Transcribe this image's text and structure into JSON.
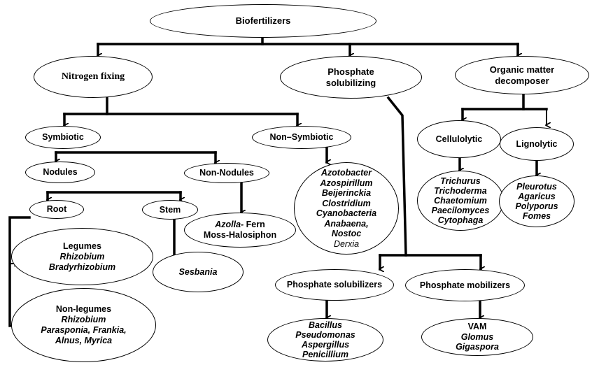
{
  "root": "Biofertilizers",
  "nitrogen_fixing": "Nitrogen fixing",
  "phosphate_solubilizing": [
    "Phosphate",
    "solubilizing"
  ],
  "organic_matter": [
    "Organic matter",
    "decomposer"
  ],
  "symbiotic": "Symbiotic",
  "non_symbiotic": "Non–Symbiotic",
  "nodules": "Nodules",
  "non_nodules": "Non-Nodules",
  "root_node": "Root",
  "stem": "Stem",
  "azolla": {
    "genus": "Azolla-",
    "rest": " Fern",
    "line2": "Moss-Halosiphon"
  },
  "legumes": {
    "title": "Legumes",
    "items": [
      "Rhizobium",
      "Bradyrhizobium"
    ]
  },
  "non_legumes": {
    "title": "Non-legumes",
    "items": [
      "Rhizobium",
      "Parasponia, Frankia,",
      "Alnus, Myrica"
    ]
  },
  "sesbania": "Sesbania",
  "non_symbiotic_list": [
    "Azotobacter",
    "Azospirillum",
    "Beijerinckia",
    "Clostridium",
    "Cyanobacteria",
    "Anabaena,",
    "Nostoc",
    "Derxia"
  ],
  "cellulolytic": "Cellulolytic",
  "lignolytic": "Lignolytic",
  "cellulolytic_list": [
    "Trichurus",
    "Trichoderma",
    "Chaetomium",
    "Paecilomyces",
    "Cytophaga"
  ],
  "lignolytic_list": [
    "Pleurotus",
    "Agaricus",
    "Polyporus",
    "Fomes"
  ],
  "phosphate_solubilizers": "Phosphate solubilizers",
  "phosphate_mobilizers": "Phosphate mobilizers",
  "solubilizers_list": [
    "Bacillus",
    "Pseudomonas",
    "Aspergillus",
    "Penicillium"
  ],
  "mobilizers_list": [
    "VAM",
    "Glomus",
    "Gigaspora"
  ]
}
